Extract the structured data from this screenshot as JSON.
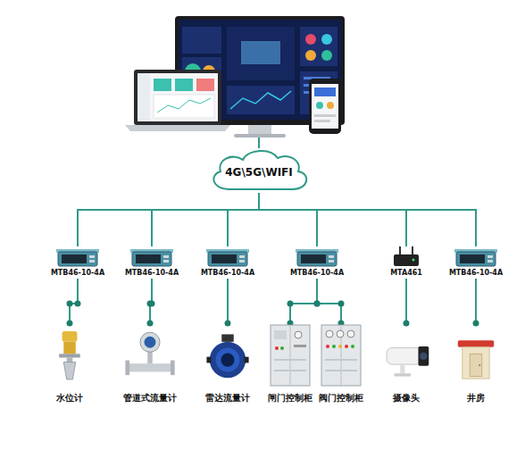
{
  "diagram": {
    "nodes": [
      {
        "text": [
          "4G\\5G\\WIFI"
        ]
      },
      {
        "text": [
          "MTB46-10-4A"
        ]
      },
      {
        "text": [
          "MTB46-10-4A"
        ]
      },
      {
        "text": [
          "MTB46-10-4A"
        ]
      },
      {
        "text": [
          "MTB46-10-4A"
        ]
      },
      {
        "text": [
          "MTA461"
        ]
      },
      {
        "text": [
          "MTB46-10-4A"
        ]
      },
      {
        "text": [
          "水位计"
        ]
      },
      {
        "text": [
          "管道式流量计"
        ]
      },
      {
        "text": [
          "雷达流量计"
        ]
      },
      {
        "text": [
          "闸门控制柜"
        ]
      },
      {
        "text": [
          "阀门控制柜"
        ]
      },
      {
        "text": [
          "摄像头"
        ]
      },
      {
        "text": [
          "井房"
        ]
      }
    ],
    "edges": [
      {
        "from": 0,
        "to": 1,
        "arrow": "none"
      },
      {
        "from": 0,
        "to": 2,
        "arrow": "none"
      },
      {
        "from": 0,
        "to": 3,
        "arrow": "none"
      },
      {
        "from": 0,
        "to": 4,
        "arrow": "none"
      },
      {
        "from": 0,
        "to": 5,
        "arrow": "none"
      },
      {
        "from": 0,
        "to": 6,
        "arrow": "none"
      },
      {
        "from": 1,
        "to": 7,
        "arrow": "none"
      },
      {
        "from": 2,
        "to": 8,
        "arrow": "none"
      },
      {
        "from": 3,
        "to": 9,
        "arrow": "none"
      },
      {
        "from": 4,
        "to": 10,
        "arrow": "none"
      },
      {
        "from": 4,
        "to": 11,
        "arrow": "none"
      },
      {
        "from": 5,
        "to": 12,
        "arrow": "none"
      },
      {
        "from": 6,
        "to": 13,
        "arrow": "none"
      }
    ]
  }
}
